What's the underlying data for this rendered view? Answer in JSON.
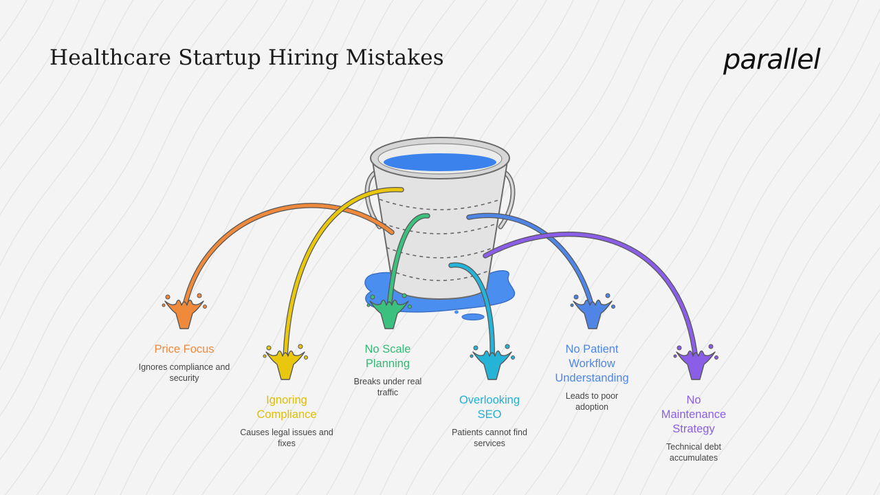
{
  "title": "Healthcare Startup Hiring Mistakes",
  "logo_text": "parallel",
  "items": [
    {
      "label": "Price Focus",
      "description": "Ignores compliance and security",
      "color": "#ef8a3c"
    },
    {
      "label": "Ignoring Compliance",
      "description": "Causes legal issues and fixes",
      "color": "#e8c70e"
    },
    {
      "label": "No Scale Planning",
      "description": "Breaks under real traffic",
      "color": "#3cc07e"
    },
    {
      "label": "Overlooking SEO",
      "description": "Patients cannot find services",
      "color": "#26b3d8"
    },
    {
      "label": "No Patient Workflow Understanding",
      "description": "Leads to poor adoption",
      "color": "#4f86e6"
    },
    {
      "label": "No Maintenance Strategy",
      "description": "Technical debt accumulates",
      "color": "#8a5ee6"
    }
  ],
  "colors": {
    "background": "#f4f4f4",
    "bucket": "#e3e3e3",
    "bucket_outline": "#707070",
    "water": "#3c82ec",
    "puddle": "#4a8ff0"
  }
}
